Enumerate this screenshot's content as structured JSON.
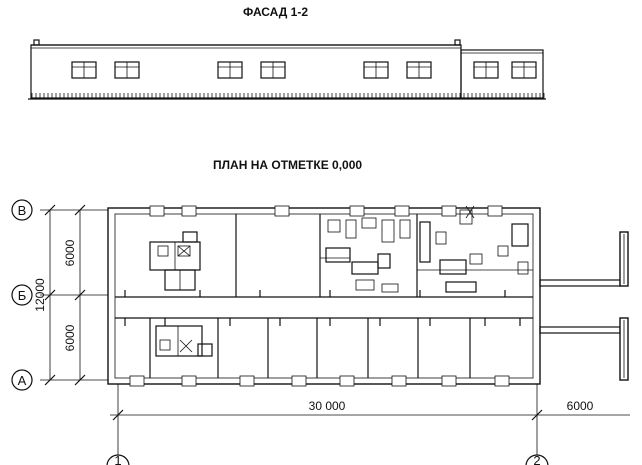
{
  "titles": {
    "facade": "ФАСАД 1-2",
    "plan": "ПЛАН НА ОТМЕТКЕ 0,000"
  },
  "axes": {
    "row_top": "В",
    "row_mid": "Б",
    "row_bottom": "А",
    "col_left": "1",
    "col_right": "2"
  },
  "dimensions": {
    "overall_depth": "12000",
    "upper_bay": "6000",
    "lower_bay": "6000",
    "length": "30 000",
    "canopy": "6000"
  }
}
